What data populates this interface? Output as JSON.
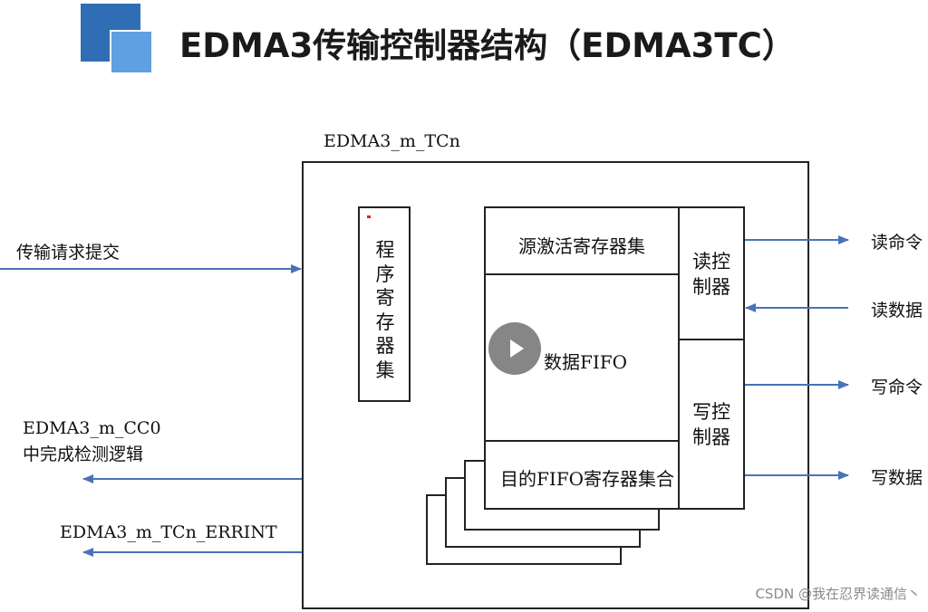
{
  "title": "EDMA3传输控制器结构（EDMA3TC）",
  "colors": {
    "logo_dark": "#2f6eb5",
    "logo_light": "#5fa0e0",
    "arrow": "#4a72b8"
  },
  "diagram": {
    "module_label": "EDMA3_m_TCn",
    "program_register_set": "程序寄存器集",
    "source_active_register_set": "源激活寄存器集",
    "data_fifo": "数据FIFO",
    "dest_fifo_register_set": "目的FIFO寄存器集合",
    "read_controller": "读控制器",
    "write_controller": "写控制器",
    "inputs": {
      "transfer_request": "传输请求提交"
    },
    "outputs_left": {
      "cc0_line1": "EDMA3_m_CC0",
      "cc0_line2": "中完成检测逻辑",
      "errint": "EDMA3_m_TCn_ERRINT"
    },
    "right_signals": {
      "read_command": "读命令",
      "read_data": "读数据",
      "write_command": "写命令",
      "write_data": "写数据"
    }
  },
  "watermark": "CSDN @我在忍界读通信丶"
}
